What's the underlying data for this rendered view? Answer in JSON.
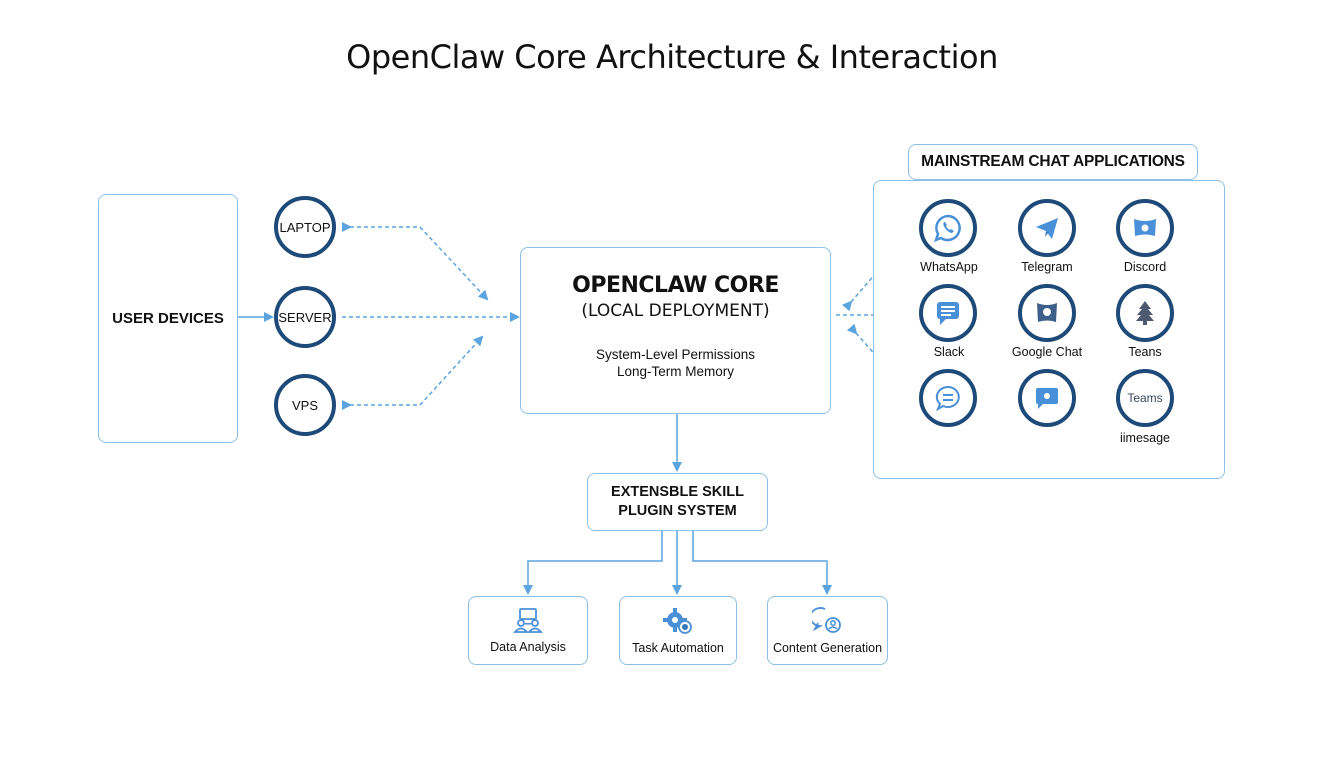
{
  "title": "OpenClaw Core Architecture & Interaction",
  "user_devices": {
    "label": "USER DEVICES",
    "devices": [
      {
        "label": "LAPTOP"
      },
      {
        "label": "SERVER"
      },
      {
        "label": "VPS"
      }
    ]
  },
  "core": {
    "title": "OPENCLAW CORE",
    "subtitle": "(LOCAL DEPLOYMENT)",
    "features": [
      "System-Level Permissions",
      "Long-Term Memory"
    ]
  },
  "chat_apps": {
    "header": "MAINSTREAM CHAT APPLICATIONS",
    "apps": [
      {
        "label": "WhatsApp",
        "icon": "whatsapp-icon",
        "inner_text": ""
      },
      {
        "label": "Telegram",
        "icon": "telegram-icon",
        "inner_text": ""
      },
      {
        "label": "Discord",
        "icon": "discord-icon",
        "inner_text": ""
      },
      {
        "label": "Slack",
        "icon": "slack-message-icon",
        "inner_text": ""
      },
      {
        "label": "Google Chat",
        "icon": "google-chat-icon",
        "inner_text": ""
      },
      {
        "label": "Teans",
        "icon": "tree-icon",
        "inner_text": ""
      },
      {
        "label": "",
        "icon": "chat-bubble-icon",
        "inner_text": ""
      },
      {
        "label": "",
        "icon": "message-box-icon",
        "inner_text": ""
      },
      {
        "label": "iimesage",
        "icon": "teams-text-icon",
        "inner_text": "Teams"
      }
    ]
  },
  "plugin_system": {
    "title_line1": "EXTENSBLE SKILL",
    "title_line2": "PLUGIN SYSTEM",
    "skills": [
      {
        "label": "Data Analysis",
        "icon": "data-analysis-icon"
      },
      {
        "label": "Task Automation",
        "icon": "gear-automation-icon"
      },
      {
        "label": "Content Generation",
        "icon": "content-generation-icon"
      }
    ]
  },
  "colors": {
    "box_border": "#8cc0e6",
    "circle_border": "#1d4a78",
    "arrow": "#5ba4dd",
    "icon_blue": "#4a90d9"
  }
}
